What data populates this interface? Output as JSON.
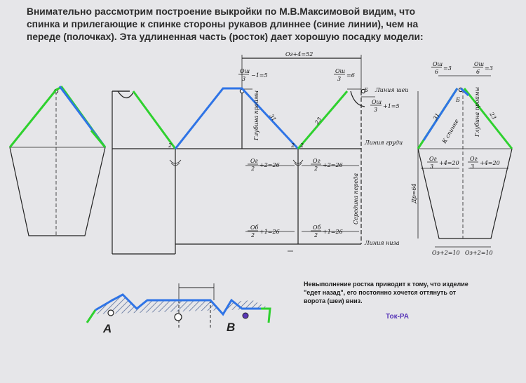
{
  "heading": {
    "line1": "Внимательно рассмотрим построение выкройки по М.В.Максимовой  видим, что",
    "line2": "спинка и прилегающие к спинке стороны рукавов  длиннее (синие линии), чем на",
    "line3": "переде (полочках).  Эта удлиненная часть (росток) дает хорошую посадку модели:"
  },
  "labels": {
    "og_top": "Ог+4=52",
    "osh3_left_num": "Ош",
    "osh3_left_den": "3",
    "osh3_left_suffix": "−1=5",
    "osh3_right_num": "Ош",
    "osh3_right_den": "3",
    "osh3_right_suffix": "=6",
    "osh3_b_num": "Ош",
    "osh3_b_den": "3",
    "osh3_b_suffix": "+1=5",
    "letter_b_main": "Б",
    "line_neck": "Линия шеи",
    "line_chest": "Линия груди",
    "line_bottom": "Линия низа",
    "armhole_depth": "Глубина проймы",
    "seam_31_main": "31",
    "seam_23_main": "23",
    "two_a": "2",
    "two_b": "2",
    "two_c": "2",
    "og3_a_num": "Ог",
    "og3_a_den": "2",
    "og3_a_suffix": "+2=26",
    "og3_b_num": "Ог",
    "og3_b_den": "2",
    "og3_b_suffix": "+2=26",
    "ob_a_num": "Об",
    "ob_a_den": "2",
    "ob_a_suffix": "+1=26",
    "ob_b_num": "Об",
    "ob_b_den": "2",
    "ob_b_suffix": "+1=26",
    "front_middle": "Середина переда",
    "osh6_a_num": "Ош",
    "osh6_a_den": "6",
    "osh6_a_suffix": "=3",
    "osh6_b_num": "Ош",
    "osh6_b_den": "6",
    "osh6_b_suffix": "=3",
    "letter_b_sleeve": "Б",
    "seam_31_sleeve": "31",
    "seam_23_sleeve": "23",
    "to_back": "К спинке",
    "armhole_depth_sleeve": "Глубина проймы",
    "sleeve_og_a_num": "Ог",
    "sleeve_og_a_den": "3",
    "sleeve_og_a_suffix": "+4=20",
    "sleeve_og_b_num": "Ог",
    "sleeve_og_b_den": "3",
    "sleeve_og_b_suffix": "+4=20",
    "dr": "Др=64",
    "oz_a": "Оз+2=10",
    "oz_b": "Оз+2=10",
    "point_a": "А",
    "point_b": "В"
  },
  "note": {
    "line1": "Невыполнение ростка приводит к тому, что изделие",
    "line2": "\"едет назад\",  его постоянно хочется оттянуть от",
    "line3": "ворота (шеи)  вниз."
  },
  "credit": "Ток-РА",
  "colors": {
    "blue": "#2f74e6",
    "green": "#2fd12f",
    "line": "#222222",
    "hatch": "#5a6f9a"
  }
}
